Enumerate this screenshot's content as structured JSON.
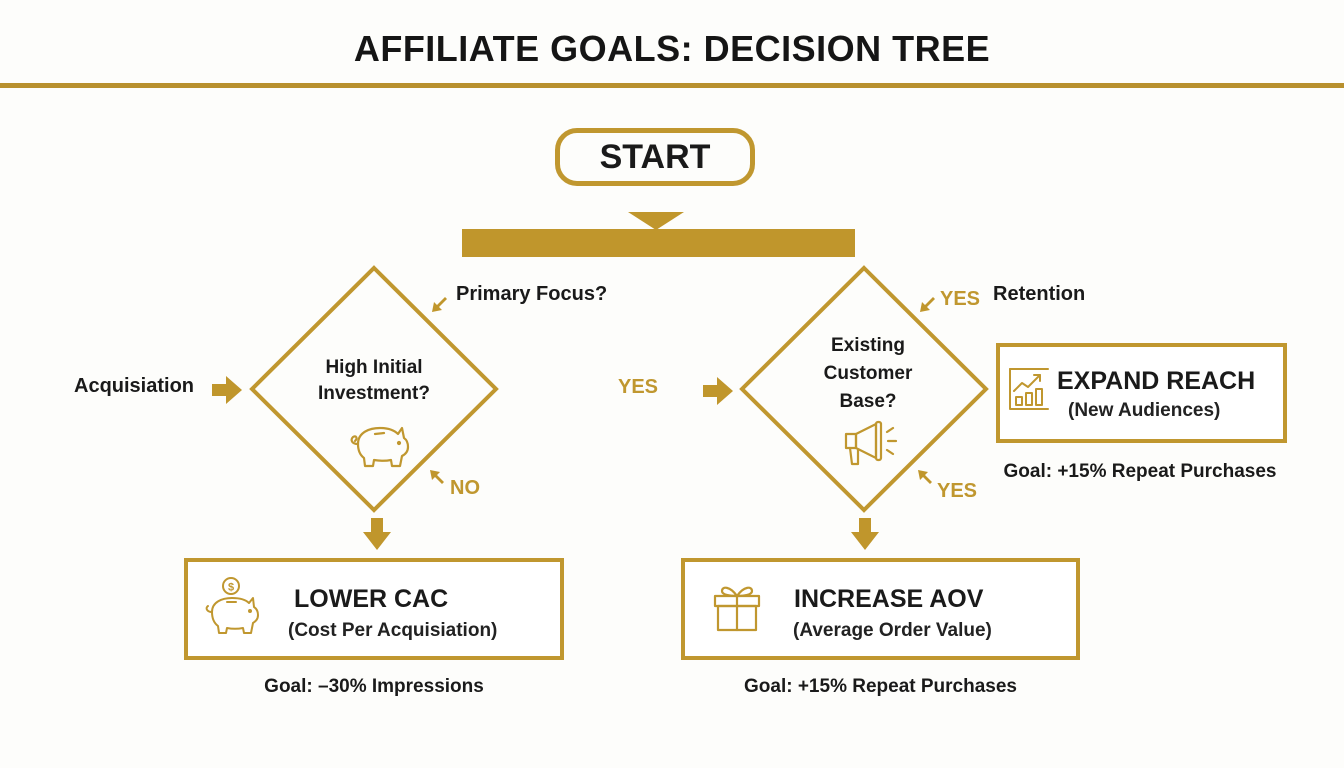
{
  "title": "AFFILIATE GOALS: DECISION TREE",
  "colors": {
    "accent": "#c0972f",
    "text": "#1a1a1a",
    "background": "#fdfdfb"
  },
  "start": {
    "label": "START"
  },
  "left_branch": {
    "entry_label": "Acquisiation",
    "question_label": "Primary Focus?",
    "decision": {
      "line1": "High Initial",
      "line2": "Investment?",
      "icon": "piggy-bank-icon"
    },
    "no_label": "NO",
    "result": {
      "title": "LOWER CAC",
      "subtitle": "(Cost Per Acquisiation)",
      "icon": "piggy-bank-coin-icon",
      "goal": "Goal: –30% Impressions"
    }
  },
  "right_branch": {
    "entry_label": "YES",
    "top_yes_label": "YES",
    "retention_label": "Retention",
    "decision": {
      "line1": "Existing",
      "line2": "Customer",
      "line3": "Base?",
      "icon": "megaphone-icon"
    },
    "bottom_yes_label": "YES",
    "side_result": {
      "title": "EXPAND REACH",
      "subtitle": "(New Audiences)",
      "icon": "growth-chart-icon",
      "goal": "Goal: +15% Repeat Purchases"
    },
    "result": {
      "title": "INCREASE AOV",
      "subtitle": "(Average Order Value)",
      "icon": "gift-icon",
      "goal": "Goal: +15% Repeat Purchases"
    }
  }
}
